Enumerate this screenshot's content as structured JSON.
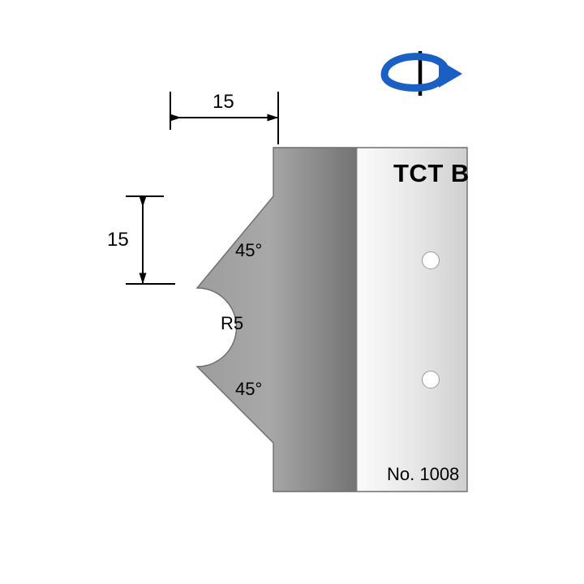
{
  "drawing": {
    "title": "TCT profile knife technical drawing",
    "dimensions": {
      "top_width": "15",
      "left_height": "15"
    },
    "annotations": {
      "angle_top": "45°",
      "angle_bottom": "45°",
      "radius": "R5"
    },
    "blade": {
      "grade": "TCT B",
      "part_number": "No. 1008"
    },
    "icons": {
      "rotation": "rotation-arrow-icon"
    },
    "colors": {
      "background": "#ffffff",
      "line": "#000000",
      "rotation_arrow": "#1a5fc4",
      "steel_dark": "#8a8a8a",
      "steel_light": "#e8e8e8",
      "hole_fill": "#ffffff"
    }
  }
}
